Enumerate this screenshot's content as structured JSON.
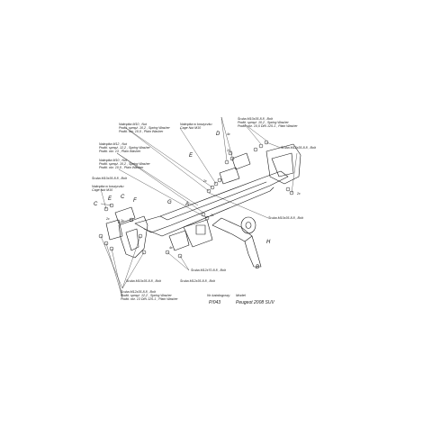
{
  "callouts": {
    "n_m10_top": [
      "Nakrętka M10 , Nut",
      "Podkł. sprręż. 10,2 , Spring Washer",
      "Podkł. okr. 10,5 , Plain Washer"
    ],
    "cage_nut_top": [
      "Nakrętka w koszyczku",
      "Cage Nut M10"
    ],
    "bolt_m10x35": [
      "Śruba M10x35-8.8 , Bolt",
      "Podkł. sprręż. 10,2 , Spring Washer",
      "Podkł. okr. 10,5 DIN 125-1 , Plain Washer"
    ],
    "bolt_m12x35_right": [
      "Śruba M12x35-8.8 , Bolt"
    ],
    "n_m12": [
      "Nakrętka M12 , Nut",
      "Podkł. sprręż. 12,2 , Spring Washer",
      "Podkł. okr. 13 , Plain Washer"
    ],
    "n_m10_mid": [
      "Nakrętka M10 , Nut",
      "Podkł. sprręż. 10,2 , Spring Washer",
      "Podkł. okr. 10,5 , Plain Washer"
    ],
    "bolt_m10x35_left": [
      "Śruba M10x35-8.8 , Bolt"
    ],
    "cage_nut_left": [
      "Nakrętka w koszyczku",
      "Cage Nut M10"
    ],
    "bolt_m10x35_mid": [
      "Śruba M10x35-8.8 , Bolt"
    ],
    "bolt_m12x70": [
      "Śruba M12x70-8.8 , Bolt"
    ],
    "bolt_m12x35_bottom": [
      "Śruba M12x35-8.8 , Bolt"
    ],
    "bolt_m10x35_bottom": [
      "Śruba M10x35-8.8 , Bolt"
    ],
    "bolt_m12_bottom": [
      "Śruba M12x35-8.8 , Bolt",
      "Podkł. sprręż. 12,2 , Spring Washer",
      "Podkł. okr. 13 DIN 125-1 , Plain Washer"
    ]
  },
  "letters": {
    "a": "A",
    "b": "B",
    "c": "C",
    "d": "D",
    "e": "E",
    "f": "F",
    "g": "G",
    "h": "H",
    "c2": "C",
    "e2": "E"
  },
  "qty": {
    "q1": "2x",
    "q2": "2x",
    "q3": "4x",
    "q4": "2x",
    "q5": "2x",
    "q6": "2x",
    "q7": "4x",
    "q8": "2x"
  },
  "meta": {
    "type_label": "Nr katalogowy",
    "type_value": "P/043",
    "model_label": "Model",
    "model_value": "Peugeot 2008 SUV"
  }
}
